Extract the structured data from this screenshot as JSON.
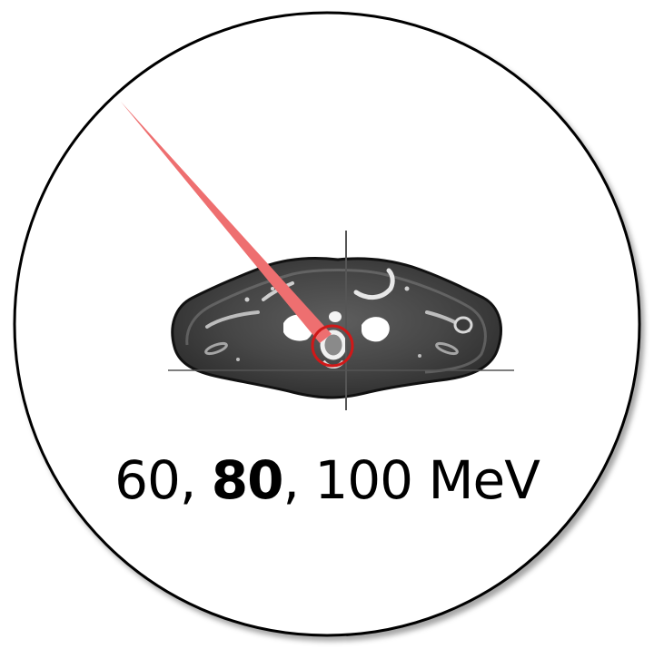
{
  "energies": {
    "e1": "60",
    "sep1": ", ",
    "e2": "80",
    "sep2": ", ",
    "e3": "100",
    "unit": " MeV"
  },
  "colors": {
    "outline": "#000000",
    "beam": "#ee6f70",
    "target_ring": "#d01818",
    "crosshair": "#555555",
    "body_edge": "#1a1a1a",
    "bone": "#e8e8e8"
  },
  "icons": {
    "beam": "proton-beam-line",
    "target": "target-circle"
  }
}
